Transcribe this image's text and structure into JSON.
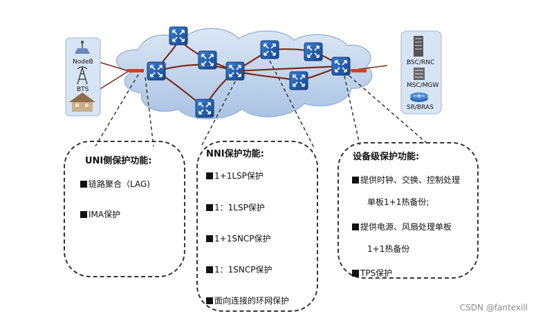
{
  "left_devices": {
    "nodeb_label": "NodeB",
    "bts_label": "BTS"
  },
  "right_devices": {
    "bsc_label": "BSC/RNC",
    "msc_label": "MSC/MGW",
    "sr_label": "SR/BRAS"
  },
  "uni_box": {
    "title": "UNI侧保护功能:",
    "items": [
      "链路聚合（LAG)",
      "IMA保护"
    ]
  },
  "nni_box": {
    "title": "NNI保护功能:",
    "items": [
      "1+1LSP保护",
      "1：1LSP保护",
      "1+1SNCP保护",
      "1：1SNCP保护",
      "面向连接的环网保护"
    ]
  },
  "device_box": {
    "title": "设备级保护功能:",
    "items": [
      "提供时钟、交换、控制处理",
      "单板1+1热备份;",
      "提供电源、风扇处理单板",
      "1+1热备份",
      "TPS保护"
    ]
  },
  "watermark": "CSDN @fantexill",
  "colors": {
    "cloud_fill": "#b9cfe8",
    "cloud_stroke": "#9db6d8",
    "link": "#7a2a1a",
    "router_fill": "#1f5fb0",
    "access_port": "#d8401a"
  }
}
